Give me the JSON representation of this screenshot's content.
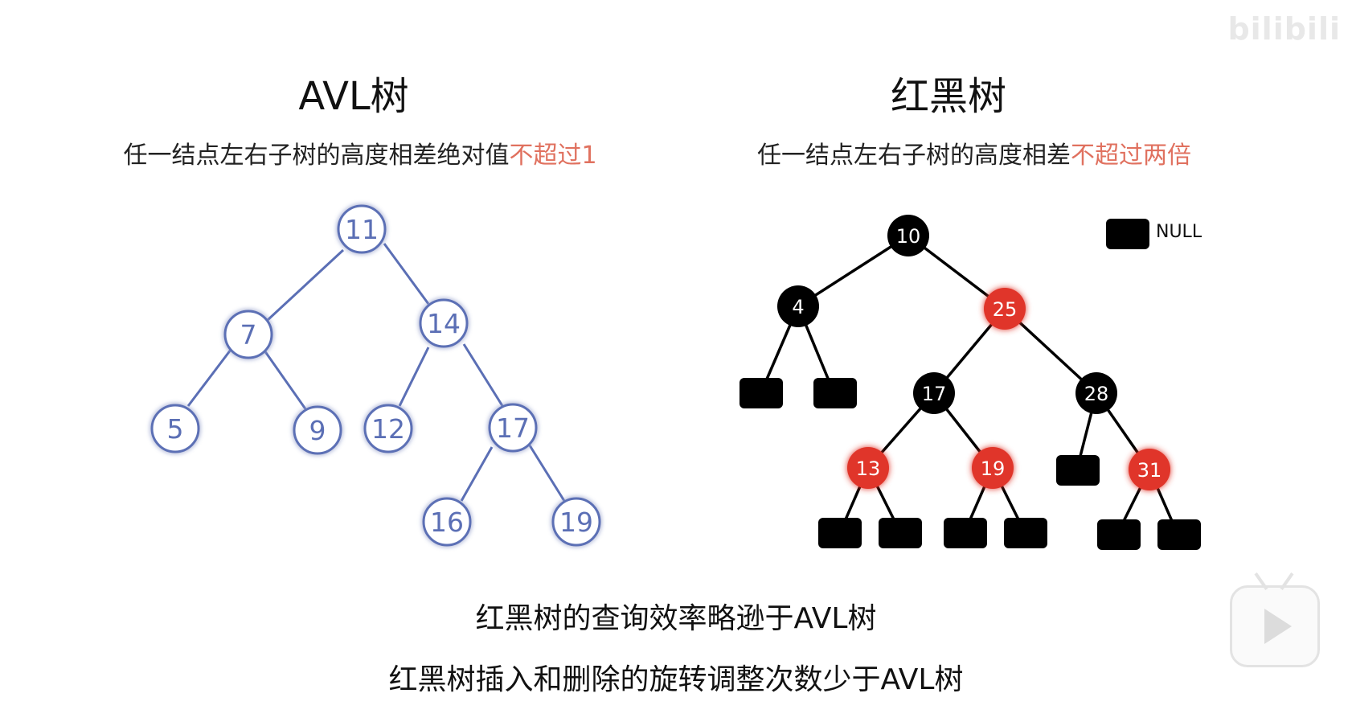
{
  "watermark": "bilibili",
  "avl": {
    "title": "AVL树",
    "subtitle_prefix": "任一结点左右子树的高度相差绝对值",
    "subtitle_highlight": "不超过1",
    "nodes": [
      "11",
      "7",
      "14",
      "5",
      "9",
      "12",
      "17",
      "16",
      "19"
    ]
  },
  "rb": {
    "title": "红黑树",
    "subtitle_prefix": "任一结点左右子树的高度相差",
    "subtitle_highlight": "不超过两倍",
    "null_label": "NULL",
    "nodes": [
      "10",
      "4",
      "25",
      "17",
      "28",
      "13",
      "19",
      "31"
    ]
  },
  "captions": [
    "红黑树的查询效率略逊于AVL树",
    "红黑树插入和删除的旋转调整次数少于AVL树"
  ],
  "colors": {
    "avl_node": "#5b6fb5",
    "rb_red": "#e0352a",
    "rb_black": "#000000",
    "highlight": "#e0715f"
  }
}
